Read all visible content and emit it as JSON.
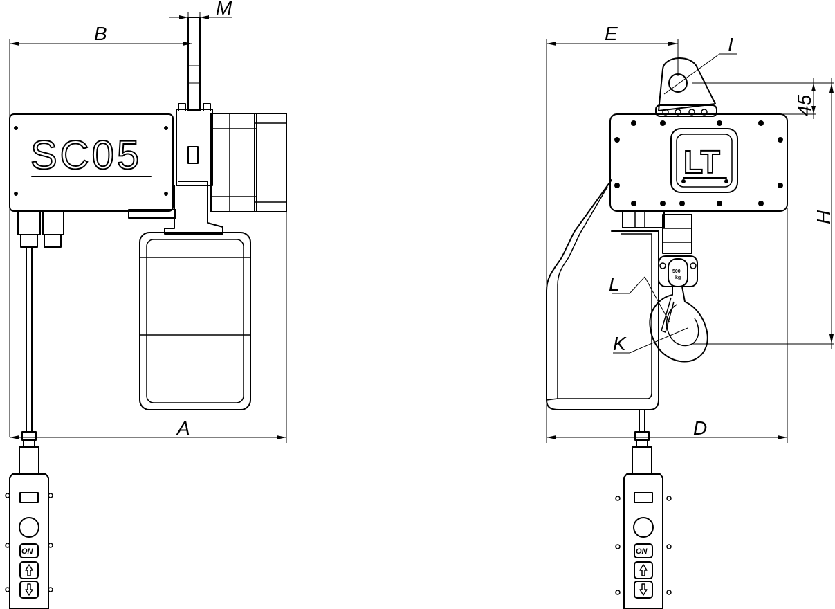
{
  "drawing": {
    "model_label": "SC05",
    "logo_text": "LT",
    "pendant_button_label": "ON",
    "hook_tag_top": "",
    "hook_tag_value": "500",
    "hook_tag_unit": "kg",
    "dimensions": {
      "a": "A",
      "b": "B",
      "m": "M",
      "e": "E",
      "i": "I",
      "h": "H",
      "d": "D",
      "l": "L",
      "k": "K",
      "offset": "45"
    }
  }
}
